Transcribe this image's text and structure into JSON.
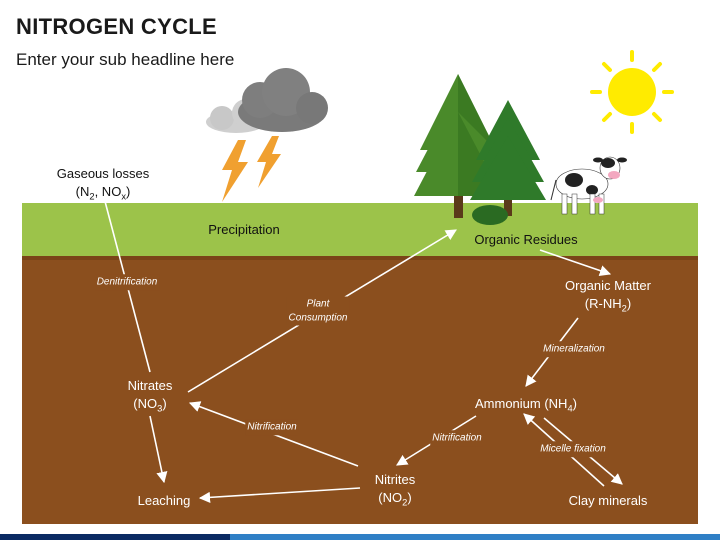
{
  "title": "NITROGEN CYCLE",
  "subtitle": "Enter your sub headline here",
  "colors": {
    "grass": "#9cc34a",
    "soil": "#8b4f1e",
    "arrow": "#ffffff",
    "sun": "#ffeb00",
    "bolt": "#f0a030",
    "bar_dark": "#0b2a63",
    "bar_light": "#2f7fc6"
  },
  "labels": {
    "gaseous_losses": "Gaseous losses",
    "gaseous_formula": {
      "a": "(N",
      "a_sub": "2",
      "b": ", NO",
      "b_sub": "x",
      "c": ")"
    },
    "precipitation": "Precipitation",
    "organic_residues": "Organic Residues",
    "organic_matter": "Organic Matter",
    "organic_matter_formula": {
      "a": "(R-NH",
      "a_sub": "2",
      "b": ")"
    },
    "nitrates": "Nitrates",
    "nitrates_formula": {
      "a": "(NO",
      "a_sub": "3",
      "b": ")"
    },
    "ammonium": {
      "a": "Ammonium (NH",
      "a_sub": "4",
      "b": ")"
    },
    "nitrites": "Nitrites",
    "nitrites_formula": {
      "a": "(NO",
      "a_sub": "2",
      "b": ")"
    },
    "leaching": "Leaching",
    "clay_minerals": "Clay minerals"
  },
  "processes": {
    "denitrification": "Denitrification",
    "plant_consumption": [
      "Plant",
      "Consumption"
    ],
    "mineralization": "Mineralization",
    "nitrification_left": "Nitrification",
    "nitrification_right": "Nitrification",
    "micelle_fixation": "Micelle fixation"
  },
  "icons": [
    "cloud-icon",
    "lightning-icon",
    "tree-icon",
    "cow-icon",
    "sun-icon",
    "bush-icon"
  ]
}
